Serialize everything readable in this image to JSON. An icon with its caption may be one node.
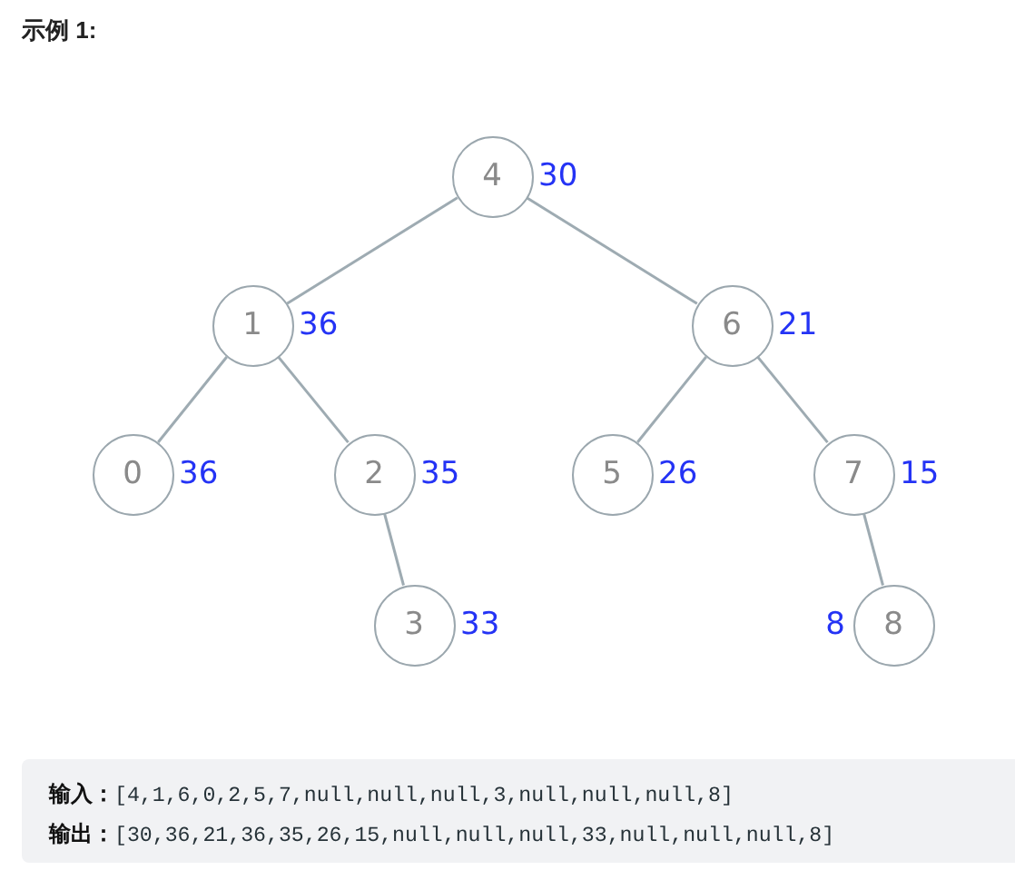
{
  "diagram": {
    "title": "示例 1:",
    "nodes": [
      {
        "text": [
          "4"
        ],
        "beside": [
          "30"
        ]
      },
      {
        "text": [
          "1"
        ],
        "beside": [
          "36"
        ]
      },
      {
        "text": [
          "6"
        ],
        "beside": [
          "21"
        ]
      },
      {
        "text": [
          "0"
        ],
        "beside": [
          "36"
        ]
      },
      {
        "text": [
          "2"
        ],
        "beside": [
          "35"
        ]
      },
      {
        "text": [
          "5"
        ],
        "beside": [
          "26"
        ]
      },
      {
        "text": [
          "7"
        ],
        "beside": [
          "15"
        ]
      },
      {
        "text": [
          "3"
        ],
        "beside": [
          "33"
        ]
      },
      {
        "text": [
          "8"
        ],
        "beside": [
          "8"
        ]
      },
      {
        "text": [
          "**输入：**[4,1,6,0,2,5,7,null,null,null,3,null,null,null,8]",
          "**输出：**[30,36,21,36,35,26,15,null,null,null,33,null,null,null,8]"
        ]
      }
    ],
    "edges": [
      {
        "from": 0,
        "to": 1,
        "arrow": "none"
      },
      {
        "from": 0,
        "to": 2,
        "arrow": "none"
      },
      {
        "from": 1,
        "to": 3,
        "arrow": "none"
      },
      {
        "from": 1,
        "to": 4,
        "arrow": "none"
      },
      {
        "from": 2,
        "to": 5,
        "arrow": "none"
      },
      {
        "from": 2,
        "to": 6,
        "arrow": "none"
      },
      {
        "from": 4,
        "to": 7,
        "arrow": "none"
      },
      {
        "from": 6,
        "to": 8,
        "arrow": "none"
      }
    ]
  }
}
